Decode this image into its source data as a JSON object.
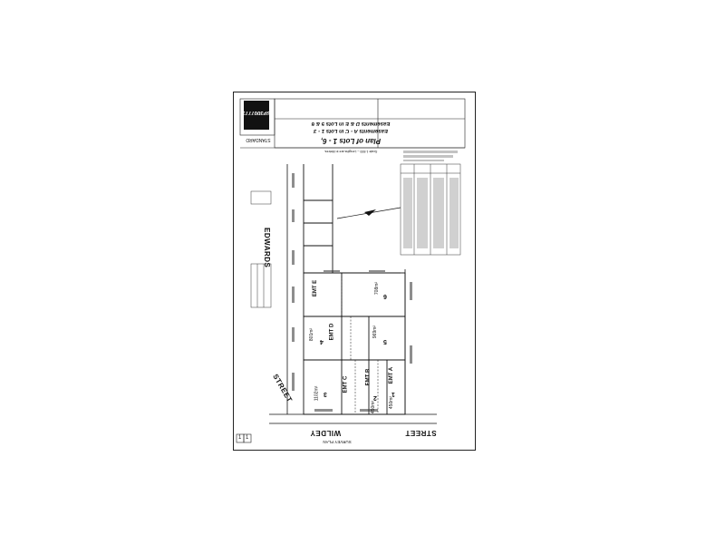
{
  "document": {
    "plan_number": "SP3007773",
    "standard_label": "STANDARD",
    "title_lines": [
      "Plan of Lots 1 - 6,",
      "Easements A - C in Lots 1 - 3",
      "Easements D & E in Lots 5 & 6"
    ],
    "scale_text": "Scale 1:500 – Lengths are in Metres.",
    "survey_plan_label": "SURVEY PLAN",
    "streets": {
      "edwards": "EDWARDS",
      "wildey": "WILDEY",
      "street_word": "STREET",
      "street_word_2": "STREET"
    },
    "lots": [
      {
        "number": "1",
        "area": "450m²",
        "easement": "EMT A"
      },
      {
        "number": "2",
        "area": "450m²",
        "easement": "EMT B"
      },
      {
        "number": "3",
        "area": "1102m²",
        "easement": "EMT C"
      },
      {
        "number": "4",
        "area": "801m²",
        "easement": "EMT D"
      },
      {
        "number": "5",
        "area": "969m²",
        "easement": ""
      },
      {
        "number": "6",
        "area": "708m²",
        "easement": "EMT E"
      }
    ],
    "page_markers": [
      "1",
      "1"
    ]
  }
}
